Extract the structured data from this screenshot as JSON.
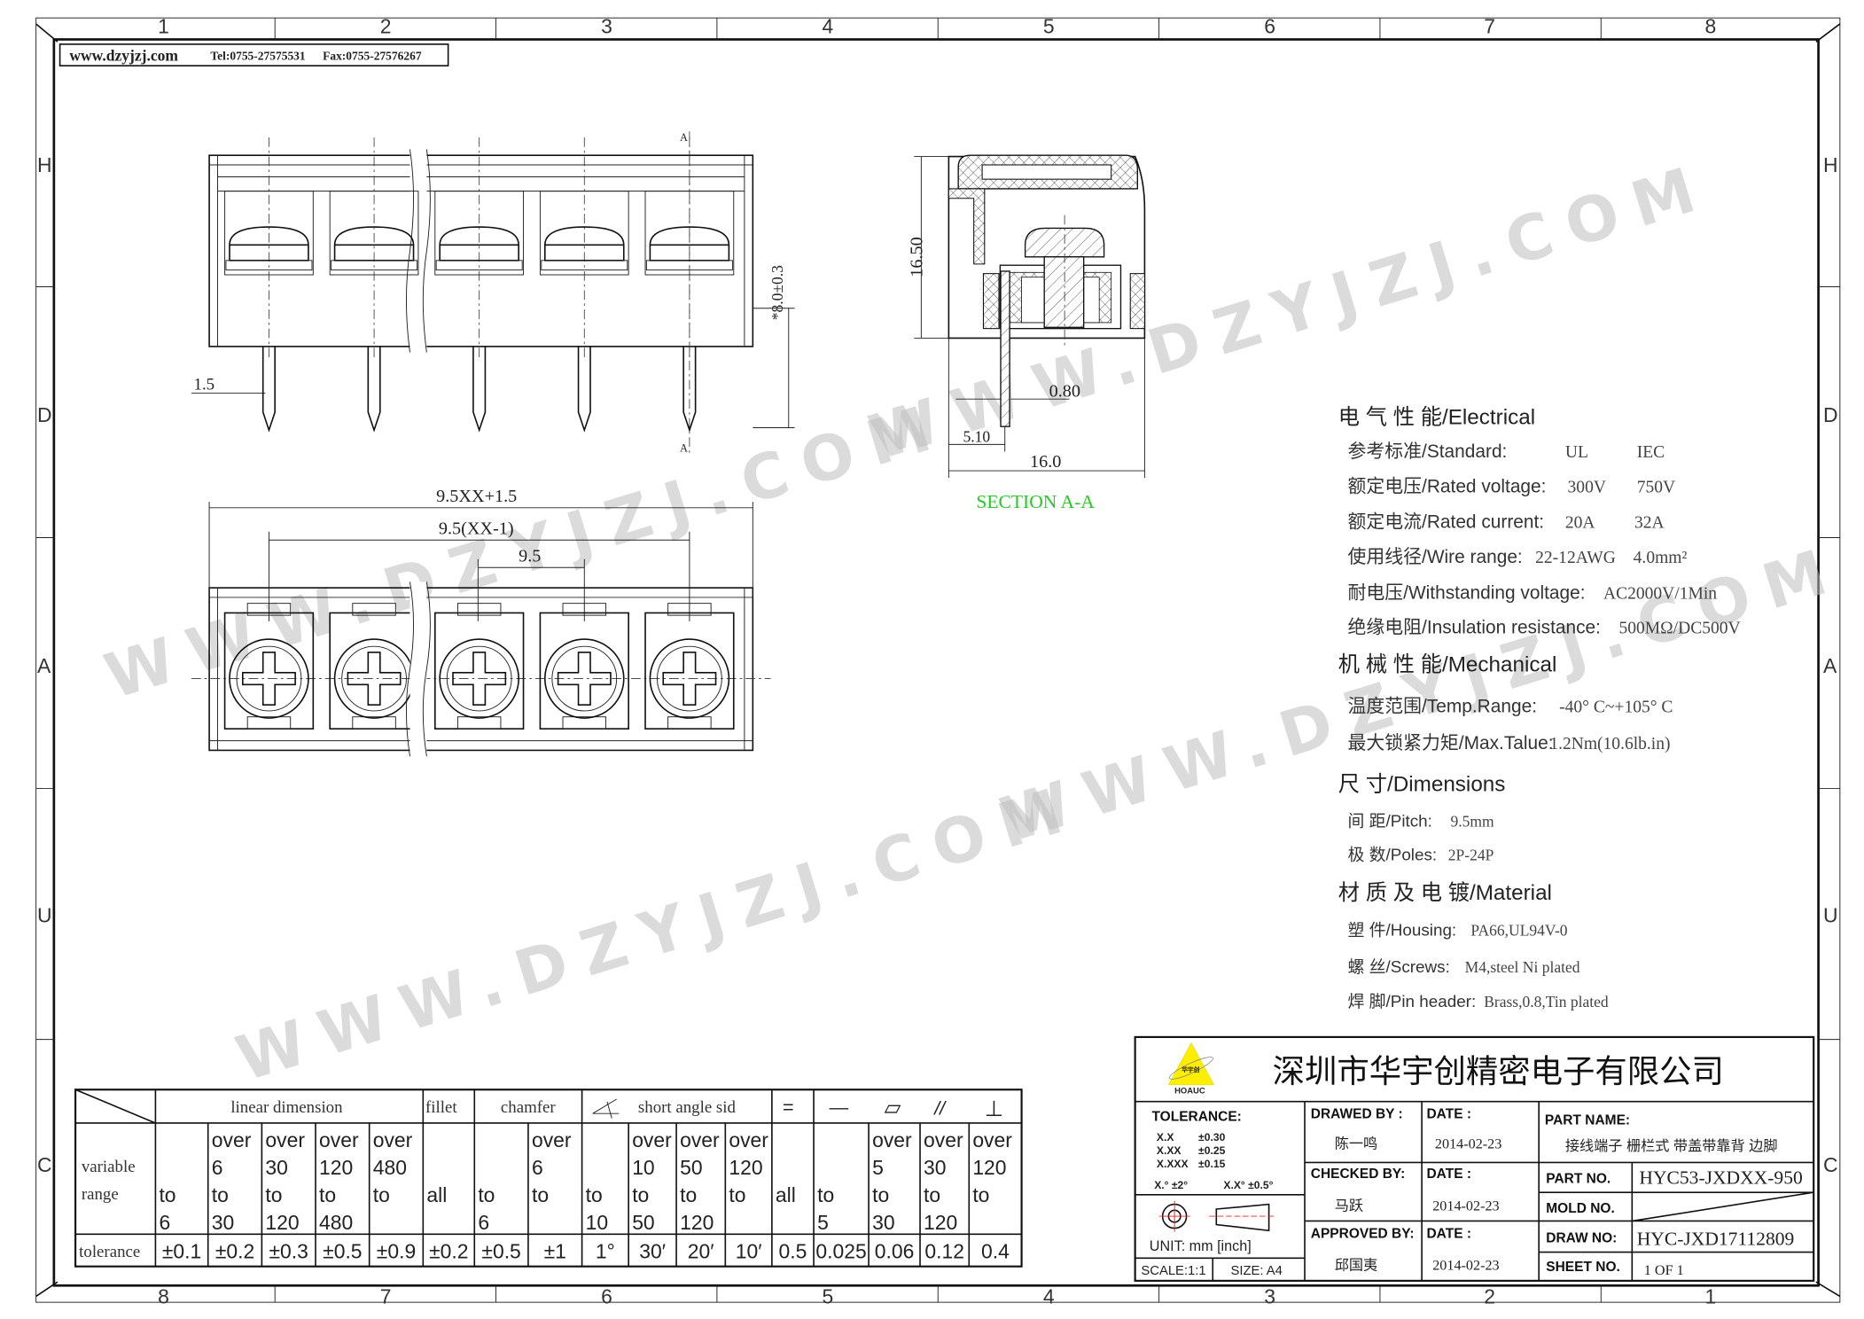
{
  "header": {
    "website": "www.dzyjzj.com",
    "tel": "Tel:0755-27575531",
    "fax": "Fax:0755-27576267"
  },
  "grid": {
    "top_numbers": [
      "1",
      "2",
      "3",
      "4",
      "5",
      "6",
      "7",
      "8"
    ],
    "bottom_numbers": [
      "8",
      "7",
      "6",
      "5",
      "4",
      "3",
      "2",
      "1"
    ],
    "side_letters": [
      "H",
      "D",
      "A",
      "U",
      "C"
    ]
  },
  "watermark": "WWW.DZYJZJ.COM",
  "top_view": {
    "dim_pin": "1.5",
    "dim_height": "*8.0±0.3",
    "section_marker": "A"
  },
  "front_view": {
    "dim_total": "9.5XX+1.5",
    "dim_span": "9.5(XX-1)",
    "dim_pitch": "9.5"
  },
  "section": {
    "title": "SECTION A-A",
    "title_color": "#22cc22",
    "dim_height": "16.50",
    "dim_pin_thickness": "0.80",
    "dim_pin_offset": "5.10",
    "dim_width": "16.0"
  },
  "specs": {
    "electrical": {
      "heading": "电 气 性 能/Electrical",
      "standard": {
        "label": "参考标准/Standard:",
        "ul": "UL",
        "iec": "IEC"
      },
      "rated_voltage": {
        "label": "额定电压/Rated voltage:",
        "ul": "300V",
        "iec": "750V"
      },
      "rated_current": {
        "label": "额定电流/Rated current:",
        "ul": "20A",
        "iec": "32A"
      },
      "wire_range": {
        "label": "使用线径/Wire range:",
        "ul": "22-12AWG",
        "iec": "4.0mm²"
      },
      "withstanding": {
        "label": "耐电压/Withstanding voltage:",
        "value": "AC2000V/1Min"
      },
      "insulation": {
        "label": "绝缘电阻/Insulation resistance:",
        "value": "500MΩ/DC500V"
      }
    },
    "mechanical": {
      "heading": "机 械 性 能/Mechanical",
      "temp": {
        "label": "温度范围/Temp.Range:",
        "value": "-40° C~+105° C"
      },
      "torque": {
        "label": "最大锁紧力矩/Max.Talue:",
        "value": "1.2Nm(10.6lb.in)"
      }
    },
    "dimensions": {
      "heading": "尺      寸/Dimensions",
      "pitch": {
        "label": "间 距/Pitch:",
        "value": "9.5mm"
      },
      "poles": {
        "label": "极 数/Poles:",
        "value": "2P-24P"
      }
    },
    "material": {
      "heading": "材 质 及 电 镀/Material",
      "housing": {
        "label": "塑 件/Housing:",
        "value": "PA66,UL94V-0"
      },
      "screws": {
        "label": "螺 丝/Screws:",
        "value": "M4,steel Ni plated"
      },
      "pin": {
        "label": "焊 脚/Pin header:",
        "value": "Brass,0.8,Tin plated"
      }
    }
  },
  "tolerance_table": {
    "groups": [
      "linear dimension",
      "fillet",
      "chamfer",
      "short angle sid"
    ],
    "symbols": [
      "=",
      "—",
      "▱",
      "//",
      "⊥"
    ],
    "row_label_range": [
      "variable",
      "range"
    ],
    "row_label_tol": "tolerance",
    "ranges": [
      [
        "",
        "",
        "to",
        "6"
      ],
      [
        "over",
        "6",
        "to",
        "30"
      ],
      [
        "over",
        "30",
        "to",
        "120"
      ],
      [
        "over",
        "120",
        "to",
        "480"
      ],
      [
        "over",
        "480",
        "to",
        ""
      ],
      [
        "",
        "",
        "all",
        ""
      ],
      [
        "",
        "",
        "to",
        "6"
      ],
      [
        "over",
        "6",
        "to",
        ""
      ],
      [
        "",
        "",
        "to",
        "10"
      ],
      [
        "over",
        "10",
        "to",
        "50"
      ],
      [
        "over",
        "50",
        "to",
        "120"
      ],
      [
        "over",
        "120",
        "to",
        ""
      ],
      [
        "",
        "",
        "all",
        ""
      ],
      [
        "",
        "",
        "to",
        "5"
      ],
      [
        "over",
        "5",
        "to",
        "30"
      ],
      [
        "over",
        "30",
        "to",
        "120"
      ],
      [
        "over",
        "120",
        "to",
        ""
      ]
    ],
    "tolerances": [
      "±0.1",
      "±0.2",
      "±0.3",
      "±0.5",
      "±0.9",
      "±0.2",
      "±0.5",
      "±1",
      "1°",
      "30′",
      "20′",
      "10′",
      "0.5",
      "0.025",
      "0.06",
      "0.12",
      "0.4"
    ]
  },
  "title_block": {
    "company": "深圳市华宇创精密电子有限公司",
    "logo_text": "华宇创",
    "logo_brand": "HOAUC",
    "logo_color": "#ffee00",
    "tolerance_label": "TOLERANCE:",
    "tolerances": [
      [
        "X.X",
        "±0.30"
      ],
      [
        "X.XX",
        "±0.25"
      ],
      [
        "X.XXX",
        "±0.15"
      ]
    ],
    "angle_tol": [
      "X.° ±2°",
      "X.X° ±0.5°"
    ],
    "unit": "UNIT:  mm  [inch]",
    "scale": "SCALE:1:1",
    "size": "SIZE:  A4",
    "drawed_by_label": "DRAWED  BY :",
    "drawed_by": "陈一鸣",
    "checked_by_label": "CHECKED  BY:",
    "checked_by": "马跃",
    "approved_by_label": "APPROVED  BY:",
    "approved_by": "邱国夷",
    "date_label": "DATE  :",
    "dates": [
      "2014-02-23",
      "2014-02-23",
      "2014-02-23"
    ],
    "part_name_label": "PART  NAME:",
    "part_name": "接线端子 栅栏式 带盖带靠背 边脚",
    "part_no_label": "PART  NO.",
    "part_no": "HYC53-JXDXX-950",
    "mold_no_label": "MOLD  NO.",
    "draw_no_label": "DRAW  NO:",
    "draw_no": "HYC-JXD17112809",
    "sheet_no_label": "SHEET  NO.",
    "sheet_no": "1  OF  1"
  }
}
